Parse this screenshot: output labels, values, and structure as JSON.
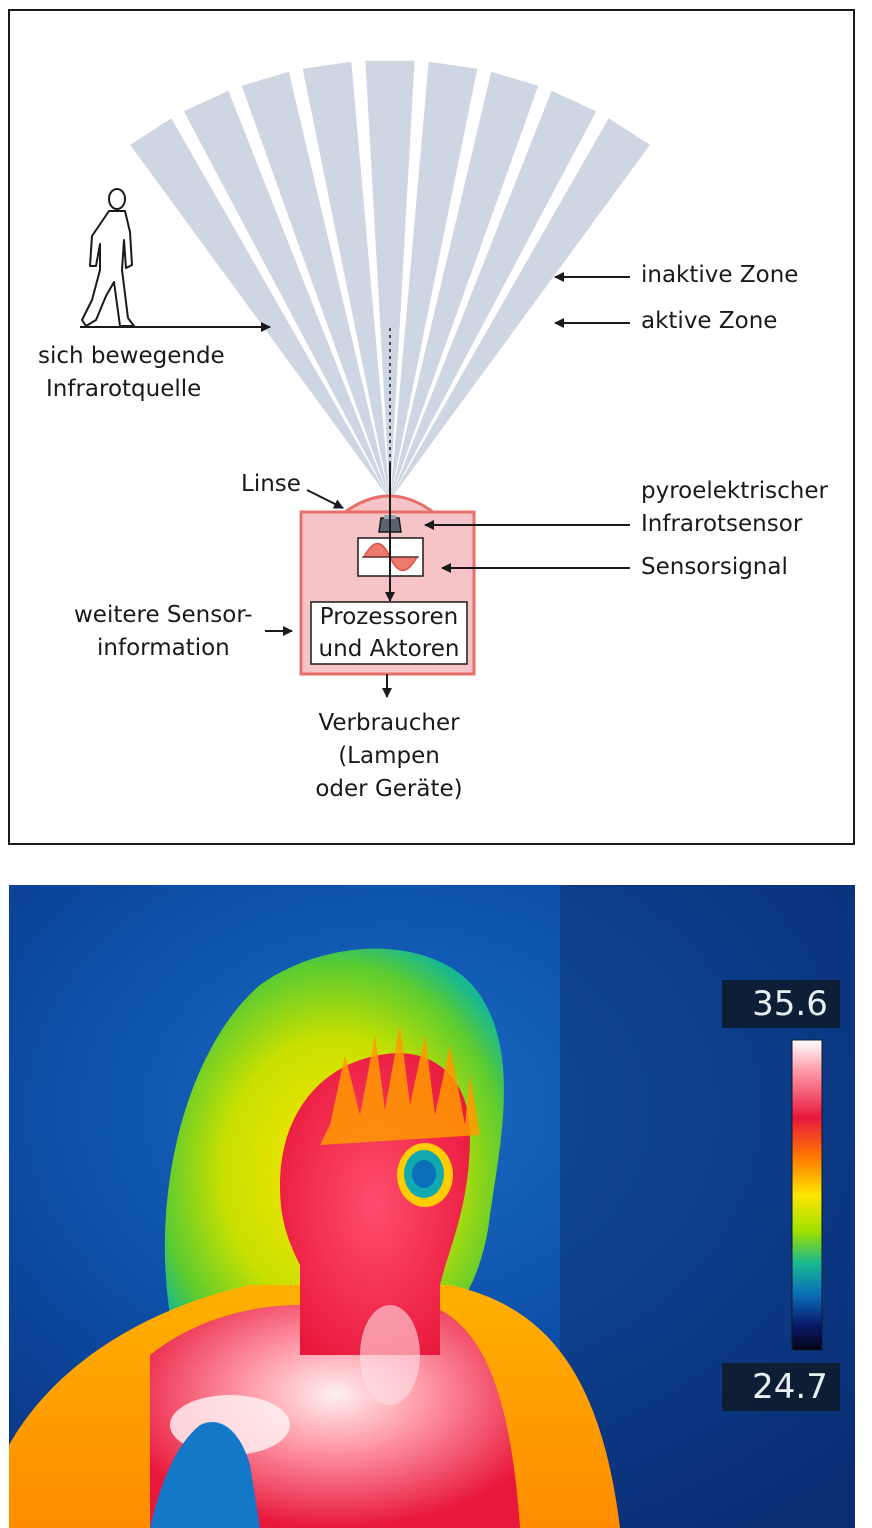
{
  "diagram": {
    "labels": {
      "source_line1": "sich bewegende",
      "source_line2": "Infrarotquelle",
      "inactive_zone": "inaktive Zone",
      "active_zone": "aktive Zone",
      "lens": "Linse",
      "sensor_line1": "pyroelektrischer",
      "sensor_line2": "Infrarotsensor",
      "signal": "Sensorsignal",
      "further_line1": "weitere Sensor-",
      "further_line2": "information",
      "processor_line1": "Prozessoren",
      "processor_line2": "und Aktoren",
      "consumer_line1": "Verbraucher",
      "consumer_line2": "(Lampen",
      "consumer_line3": "oder Geräte)"
    },
    "colors": {
      "zone": "#cfd6e3",
      "housing_fill": "#f6c4c6",
      "housing_stroke": "#e8706a",
      "frame": "#1a1a1a"
    }
  },
  "thermal_image": {
    "scale_max": "35.6",
    "scale_min": "24.7",
    "palette": [
      "#ffffff",
      "#ff4d6d",
      "#e8183c",
      "#ff7a00",
      "#ffe600",
      "#9be000",
      "#18b890",
      "#0a6fb8",
      "#0a1a6a",
      "#030316"
    ]
  }
}
